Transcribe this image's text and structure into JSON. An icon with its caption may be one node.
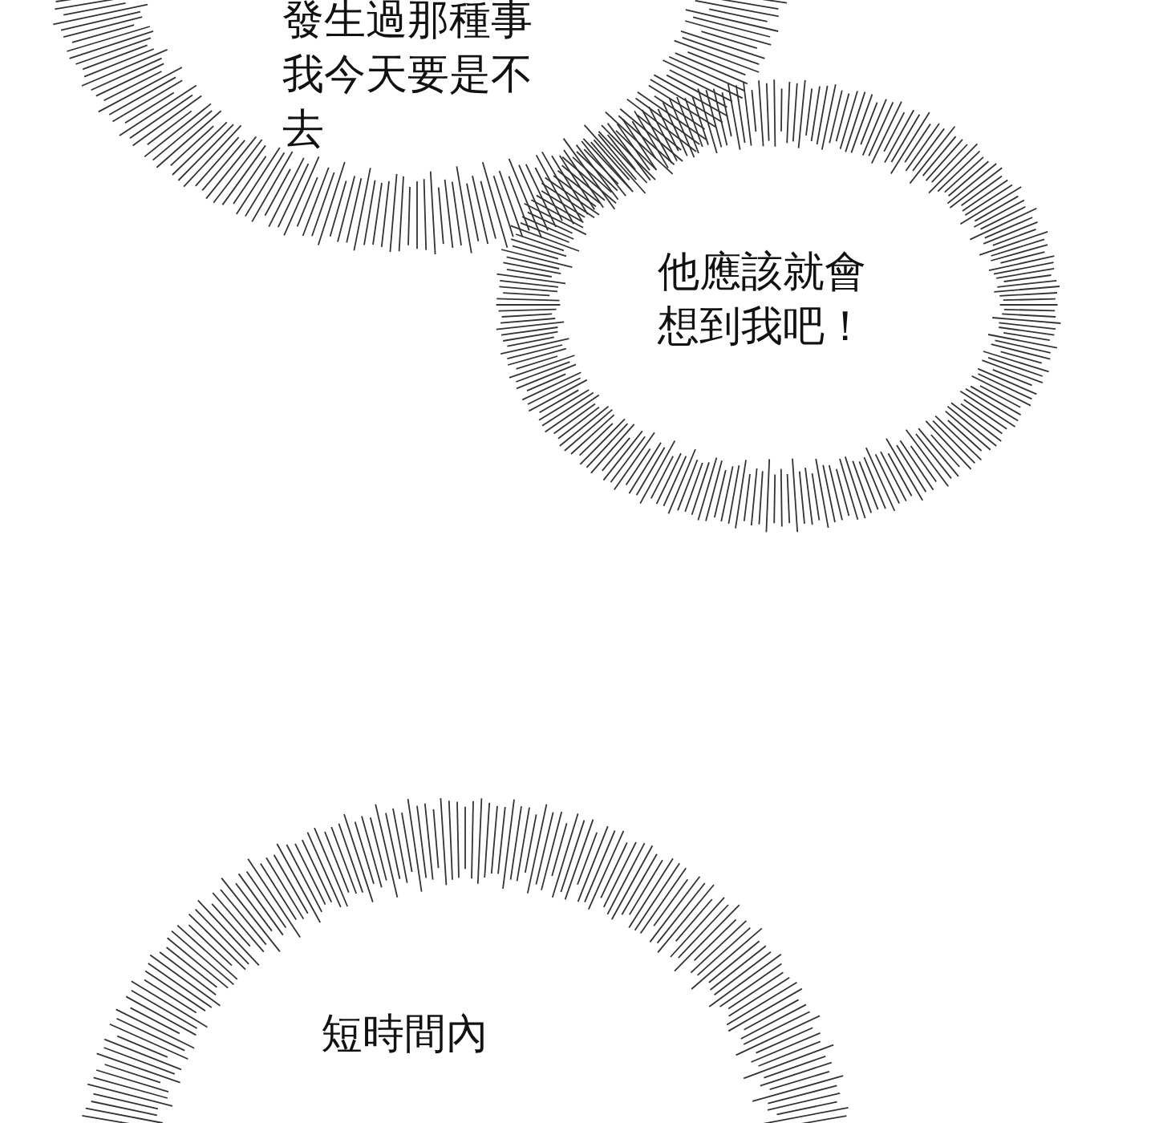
{
  "diagram": {
    "nodes": [
      {
        "text": [
          "發生過那種事我今天要是不去"
        ]
      },
      {
        "text": [
          "他應該就會想到我吧！"
        ]
      },
      {
        "text": [
          "短時間內"
        ]
      }
    ]
  }
}
